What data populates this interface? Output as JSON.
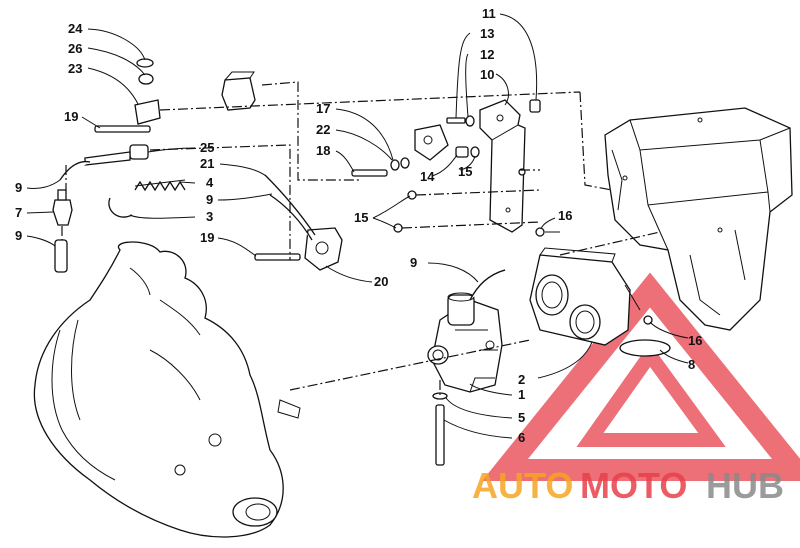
{
  "callouts": {
    "c11": "11",
    "c13": "13",
    "c12": "12",
    "c10": "10",
    "c24": "24",
    "c26": "26",
    "c23": "23",
    "c19a": "19",
    "c25": "25",
    "c9a": "9",
    "c7": "7",
    "c9b": "9",
    "c21": "21",
    "c4": "4",
    "c9c": "9",
    "c3": "3",
    "c19b": "19",
    "c20": "20",
    "c17": "17",
    "c22": "22",
    "c18": "18",
    "c14": "14",
    "c15a": "15",
    "c15b": "15",
    "c16a": "16",
    "c9d": "9",
    "c16b": "16",
    "c8": "8",
    "c2": "2",
    "c1": "1",
    "c5": "5",
    "c6": "6"
  },
  "watermark": {
    "auto": "AUTO",
    "moto": "MOTO",
    "hub": "HUB",
    "colors": {
      "auto": "#f5a623",
      "moto": "#e8404a",
      "hub": "#8a8a8a",
      "triangle": "#e8404a"
    }
  }
}
